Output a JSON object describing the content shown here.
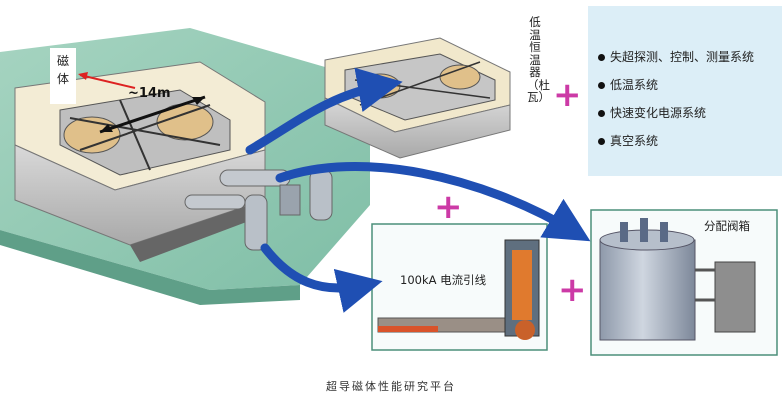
{
  "magnet": {
    "label_chars": [
      "磁",
      "体"
    ],
    "size_label": "~14m"
  },
  "components": {
    "vertical_label": "低温恒温器（杜瓦）",
    "current_lead_label": "100kA 电流引线",
    "valve_box_label": "分配阀箱"
  },
  "systems": {
    "items": [
      "失超探测、控制、测量系统",
      "低温系统",
      "快速变化电源系统",
      "真空系统"
    ]
  },
  "symbols": {
    "plus": "+"
  },
  "caption": "超导磁体性能研究平台",
  "colors": {
    "arrow": "#1f4fb3",
    "plus": "#cc3aa6",
    "panel": "#dceef7",
    "ground": "#8ec7b1"
  }
}
